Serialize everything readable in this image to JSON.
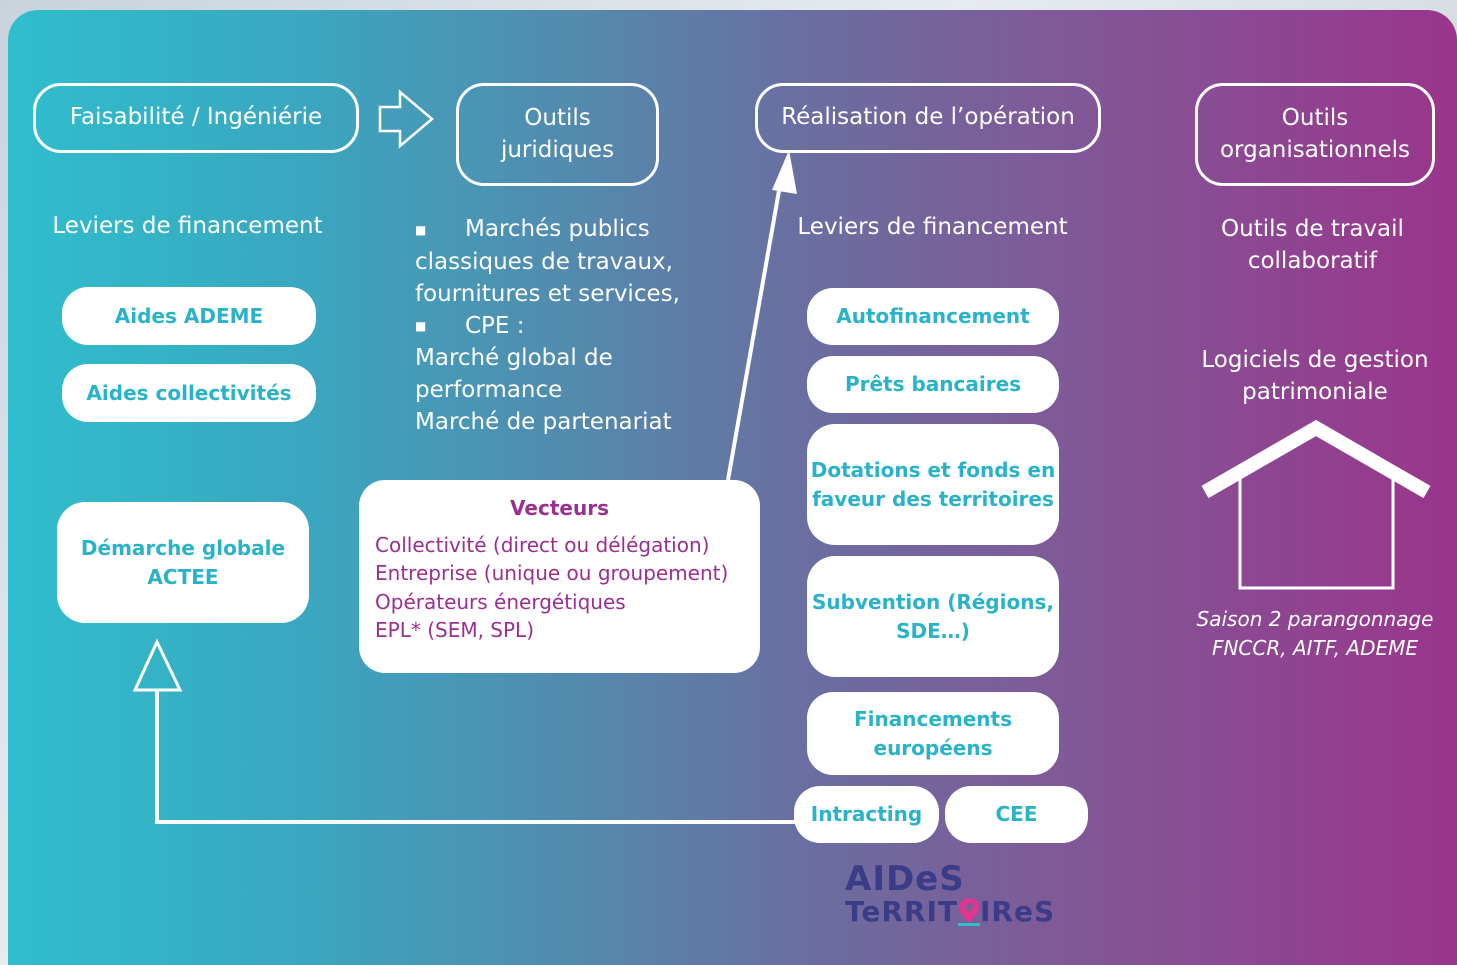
{
  "top": {
    "feasibility": "Faisabilité / Ingéniérie",
    "legal_tools": "Outils\njuridiques",
    "realisation": "Réalisation de l’opération",
    "org_tools": "Outils\norganisationnels"
  },
  "left": {
    "levers_title": "Leviers de financement",
    "aid_1": "Aides ADEME",
    "aid_2": "Aides collectivités",
    "actee": "Démarche globale\nACTEE"
  },
  "legal": {
    "item_1_line_1": "Marchés publics",
    "item_1_rest": "classiques de travaux,\nfournitures et services,",
    "item_2_line_1": "CPE :",
    "item_2_rest": "Marché global de\nperformance\nMarché de partenariat"
  },
  "vectors": {
    "title": "Vecteurs",
    "items": [
      "Collectivité (direct ou délégation)",
      "Entreprise (unique ou groupement)",
      "Opérateurs énergétiques",
      "EPL* (SEM, SPL)"
    ]
  },
  "middle": {
    "levers_title": "Leviers de financement",
    "items": [
      "Autofinancement",
      "Prêts bancaires",
      "Dotations et fonds en\nfaveur des territoires",
      "Subvention (Régions,\nSDE…)",
      "Financements\neuropéens",
      "Intracting",
      "CEE"
    ]
  },
  "right": {
    "collab": "Outils de travail\ncollaboratif",
    "software": "Logiciels de gestion\npatrimoniale",
    "note": "Saison 2 parangonnage\nFNCCR, AITF, ADEME"
  },
  "logo": {
    "line_1": "AIDeS",
    "line_2_a": "TeRRIT",
    "line_2_b": "IReS"
  },
  "colors": {
    "teal": "#2fbecd",
    "purple": "#9a358c",
    "pill_text": "#2ab3c8",
    "vector_text": "#9b2f8f",
    "logo_navy": "#3b3c87",
    "logo_pink": "#e0368f"
  }
}
